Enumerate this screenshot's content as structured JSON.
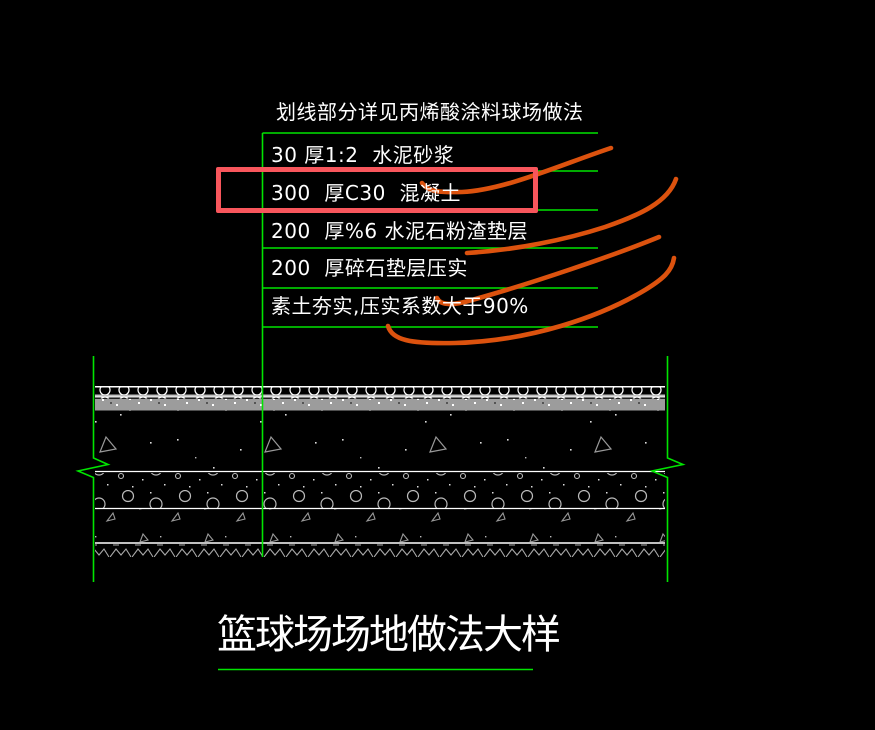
{
  "colors": {
    "background": "#000000",
    "text": "#ffffff",
    "green": "#00e400",
    "box_red": "#f8565c",
    "curve_orange": "#dc520e",
    "gray_band": "#9c9c9c",
    "hatch_gray": "#aaaaaa"
  },
  "annotation": {
    "note": "划线部分详见丙烯酸涂料球场做法"
  },
  "layers": [
    {
      "label": "30 厚1:2  水泥砂浆"
    },
    {
      "label": "300  厚C30  混凝土",
      "highlighted": true
    },
    {
      "label": "200  厚%6 水泥石粉渣垫层"
    },
    {
      "label": "200  厚碎石垫层压实"
    },
    {
      "label": "素土夯实,压实系数大于90%"
    }
  ],
  "title": {
    "text": "篮球场场地做法大样"
  }
}
